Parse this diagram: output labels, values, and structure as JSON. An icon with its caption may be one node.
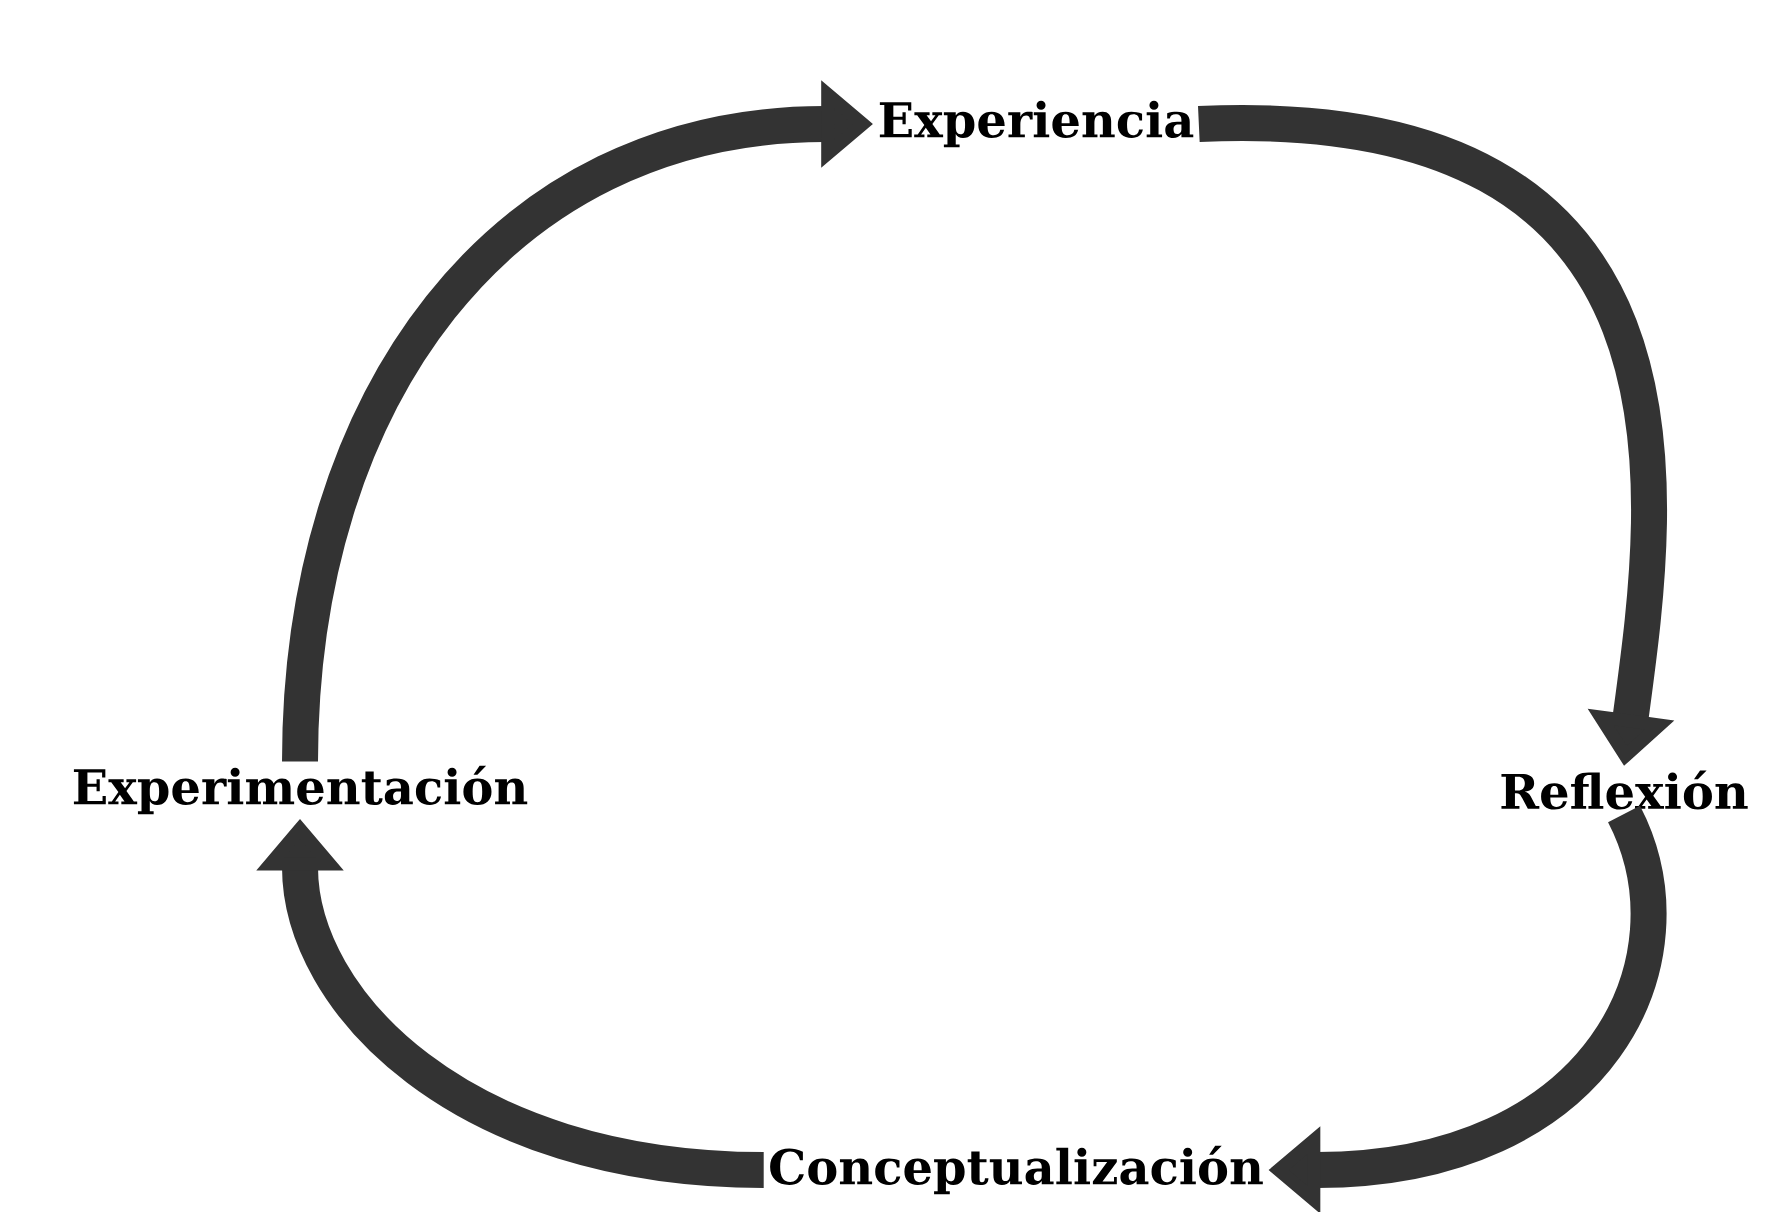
{
  "diagram": {
    "nodes": [
      {
        "text": [
          "Experiencia"
        ]
      },
      {
        "text": [
          "Reflexión"
        ]
      },
      {
        "text": [
          "Conceptualización"
        ]
      },
      {
        "text": [
          "Experimentación"
        ]
      }
    ],
    "edges": [
      {
        "from": 0,
        "to": 1,
        "arrow": "to"
      },
      {
        "from": 1,
        "to": 2,
        "arrow": "to"
      },
      {
        "from": 2,
        "to": 3,
        "arrow": "to"
      },
      {
        "from": 3,
        "to": 0,
        "arrow": "to"
      }
    ]
  }
}
